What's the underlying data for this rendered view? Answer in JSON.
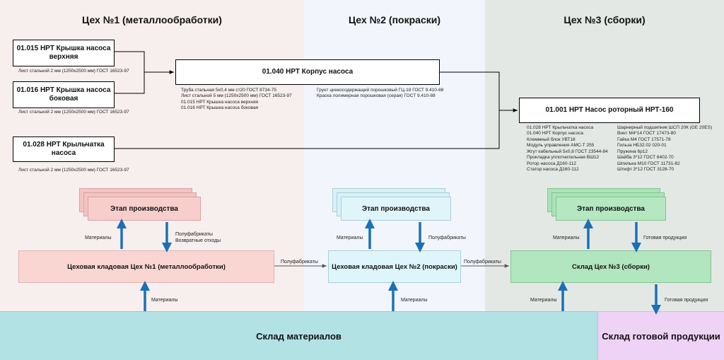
{
  "zones": [
    {
      "title": "Цех №1 (металлообработки)",
      "color": "#f7eeee"
    },
    {
      "title": "Цех №2 (покраски)",
      "color": "#f2f6fc"
    },
    {
      "title": "Цех №3 (сборки)",
      "color": "#e4e8e4"
    }
  ],
  "parts": {
    "top_cover": {
      "label": "01.015 НРТ Крышка насоса верхняя",
      "material": "Лист стальной 2 мм (1250х2500 мм) ГОСТ 16523-97"
    },
    "side_cover": {
      "label": "01.016 НРТ Крышка насоса боковая",
      "material": "Лист стальной 2 мм (1250х2500 мм) ГОСТ 16523-97"
    },
    "impeller": {
      "label": "01.028 НРТ Крыльчатка насоса",
      "material": "Лист стальной 2 мм (1250х2500 мм) ГОСТ 16523-97"
    },
    "housing": {
      "label": "01.040 НРТ Корпус насоса",
      "components": [
        "Труба стальная 5х0,4 мм ст20 ГОСТ 8734-75",
        "Лист стальной 5 мм (1250х2500 мм) ГОСТ 16523-97",
        "01.015 НРТ Крышка насоса верхняя",
        "01.016 НРТ Крышка насоса боковая"
      ],
      "paint": [
        "Грунт цинкосодержащий порошковый ГЦ-18 ГОСТ 9.410-88",
        "Краска полимерная порошковая (серая) ГОСТ 9.410-88"
      ]
    },
    "pump": {
      "label": "01.001 НРТ Насос роторный НРТ-160",
      "components_left": [
        "01.028 НРТ Крыльчатка насоса",
        "01.040 НРТ Корпус насоса",
        "Клеммный блок УВТ18",
        "Модуль управления АМС-Т 255",
        "Жгут кабельный 5х0,8 ГОСТ 23544-84",
        "Прокладка уплотнительная ВШ12",
        "Ротор насоса Д160-112",
        "Статор насоса Д160-112"
      ],
      "components_right": [
        "Шарнирный подшипник ШСП 20К (GE 20ES)",
        "Винт М4*14 ГОСТ 17473-80",
        "Гайка М4 ГОСТ 17571-78",
        "Гильза НБ32.02  020-01",
        "Пружина 6р12",
        "Шайба 3*12 ГОСТ 6402-70",
        "Шпилька М10 ГОСТ 11731-82",
        "Штифт 3*12 ГОСТ 3128-70"
      ]
    }
  },
  "stages": [
    {
      "label": "Этап производства",
      "color": "#f8cecc",
      "back": "#f4c4c2"
    },
    {
      "label": "Этап производства",
      "color": "#e0f5fa",
      "back": "#d8f1f8"
    },
    {
      "label": "Этап производства",
      "color": "#b5e8c0",
      "back": "#a9e3b6"
    }
  ],
  "stores": [
    {
      "label": "Цеховая кладовая Цех №1 (металлообработки)",
      "color": "#fad6d3"
    },
    {
      "label": "Цеховая кладовая Цех №2 (покраски)",
      "color": "#def6fb"
    },
    {
      "label": "Склад Цех №3 (сборки)",
      "color": "#b2e6bf"
    }
  ],
  "flow_labels": {
    "materials": "Материалы",
    "semi_products": "Полуфабрикаты",
    "semi_and_waste": [
      "Полуфабрикаты",
      "Возвратные отходы"
    ],
    "finished": "Готовая продукция"
  },
  "bottom": {
    "materials_store": {
      "label": "Склад материалов",
      "color": "#b3e2e5"
    },
    "finished_store": {
      "label": "Склад готовой продукции",
      "color": "#eed3f6"
    }
  },
  "colors": {
    "arrow_blue": "#1a70b8",
    "line": "#000000"
  }
}
